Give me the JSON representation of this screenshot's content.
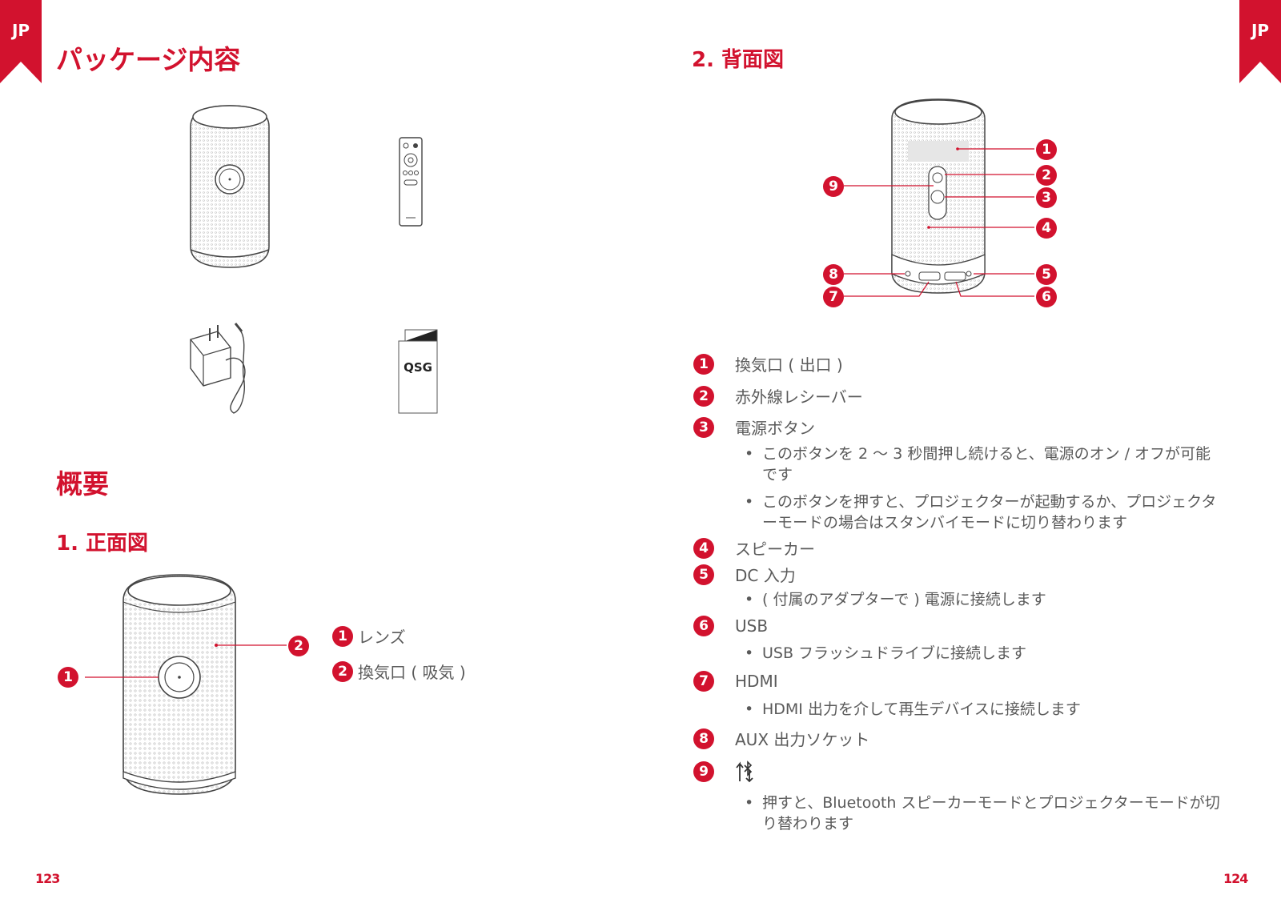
{
  "lang_tag": "JP",
  "left_page": {
    "title": "パッケージ内容",
    "qsg_label": "QSG",
    "overview_heading": "概要",
    "front_heading": "1. 正面図",
    "front_items": [
      {
        "num": "1",
        "label": "レンズ"
      },
      {
        "num": "2",
        "label": "換気口 ( 吸気 )"
      }
    ],
    "page_number": "123"
  },
  "right_page": {
    "rear_heading": "2. 背面図",
    "callouts": [
      "1",
      "2",
      "3",
      "4",
      "5",
      "6",
      "7",
      "8",
      "9"
    ],
    "items": [
      {
        "num": "1",
        "label": "換気口 ( 出口 )",
        "bullets": []
      },
      {
        "num": "2",
        "label": "赤外線レシーバー",
        "bullets": []
      },
      {
        "num": "3",
        "label": "電源ボタン",
        "bullets": [
          "このボタンを 2 〜 3 秒間押し続けると、電源のオン / オフが可能です",
          "このボタンを押すと、プロジェクターが起動するか、プロジェクターモードの場合はスタンバイモードに切り替わります"
        ]
      },
      {
        "num": "4",
        "label": "スピーカー",
        "bullets": []
      },
      {
        "num": "5",
        "label": "DC 入力",
        "bullets": [
          "( 付属のアダプターで ) 電源に接続します"
        ]
      },
      {
        "num": "6",
        "label": "USB",
        "bullets": [
          "USB フラッシュドライブに接続します"
        ]
      },
      {
        "num": "7",
        "label": "HDMI",
        "bullets": [
          "HDMI 出力を介して再生デバイスに接続します"
        ]
      },
      {
        "num": "8",
        "label": "AUX 出力ソケット",
        "bullets": []
      },
      {
        "num": "9",
        "label": "",
        "icon": "bluetooth-switch-icon",
        "bullets": [
          "押すと、Bluetooth スピーカーモードとプロジェクターモードが切り替わります"
        ]
      }
    ],
    "page_number": "124"
  },
  "colors": {
    "accent": "#d2122e",
    "text": "#5a5a5a"
  }
}
